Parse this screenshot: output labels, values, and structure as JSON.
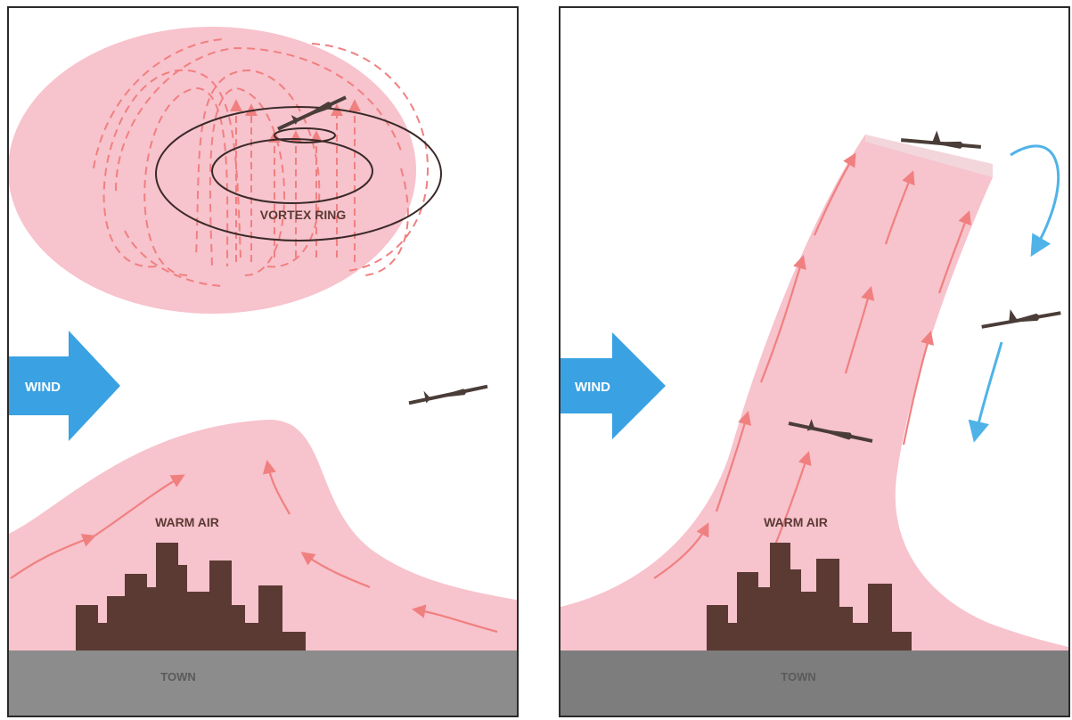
{
  "left_panel": {
    "vortex_label": "VORTEX RING",
    "wind_label": "WIND",
    "warm_air_label": "WARM AIR",
    "town_label": "TOWN"
  },
  "right_panel": {
    "wind_label": "WIND",
    "warm_air_label": "WARM AIR",
    "town_label": "TOWN"
  },
  "colors": {
    "warm_air": "#f7c3cd",
    "flow_arrow": "#f08080",
    "wind_arrow": "#3aa1e2",
    "downdraft_arrow": "#4fb3e8",
    "town_ground": "#8c8c8c",
    "buildings": "#5b3a33",
    "outline": "#2a2a2a",
    "glider": "#4a3d38"
  },
  "icons": [
    "wind-arrow-icon",
    "glider-icon",
    "flow-arrow-icon",
    "building-silhouette"
  ]
}
